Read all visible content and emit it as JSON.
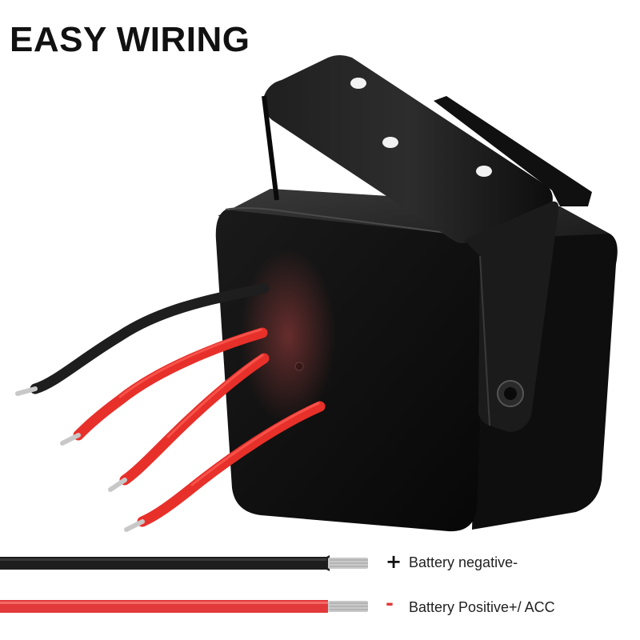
{
  "title": "EASY WIRING",
  "colors": {
    "housing": "#141414",
    "wire_black": "#1e1e1e",
    "wire_red": "#e8302a",
    "legend_plus": "#111111",
    "legend_minus": "#e23a3a"
  },
  "legend": [
    {
      "sign": "+",
      "label": "Battery negative-",
      "wire_color": "black"
    },
    {
      "sign": "-",
      "label": "Battery Positive+/ ACC",
      "wire_color": "red"
    }
  ]
}
